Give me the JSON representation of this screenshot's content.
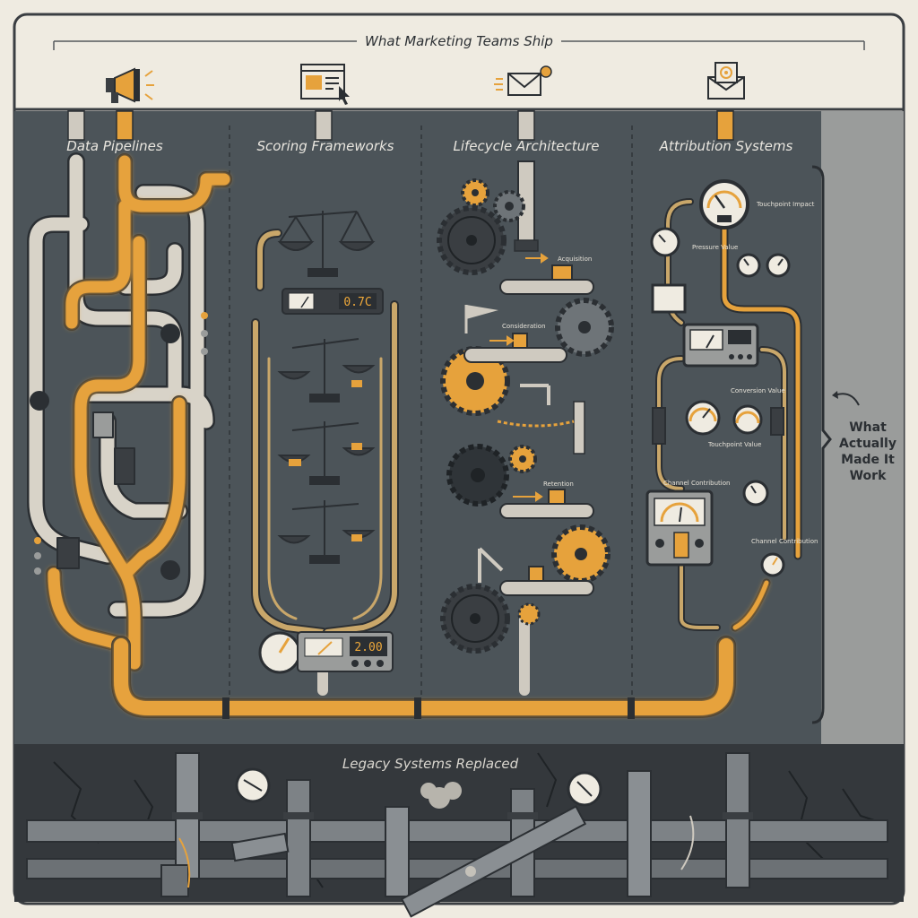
{
  "header": {
    "title": "What Marketing Teams Ship"
  },
  "header_icons": [
    "megaphone-icon",
    "webpage-cursor-icon",
    "notification-envelope-icon",
    "target-envelope-icon"
  ],
  "columns": [
    {
      "label": "Data Pipelines"
    },
    {
      "label": "Scoring Frameworks"
    },
    {
      "label": "Lifecycle Architecture"
    },
    {
      "label": "Attribution Systems"
    }
  ],
  "scoring": {
    "readout_top": "0.7C",
    "readout_bottom": "2.00"
  },
  "lifecycle": {
    "labels": {
      "acquisition": "Acquisition",
      "consideration": "Consideration",
      "retention": "Retention"
    }
  },
  "attribution": {
    "labels": {
      "touchpoint": "Touchpoint Impact",
      "pressure": "Pressure Value",
      "conversion": "Conversion Value",
      "touchpoint_value": "Touchpoint Value",
      "channel_contribution": "Channel Contribution",
      "channel_contribution_2": "Channel Contribution"
    }
  },
  "sidebar": {
    "line1": "What",
    "line2": "Actually",
    "line3": "Made It",
    "line4": "Work"
  },
  "legacy": {
    "label": "Legacy Systems Replaced"
  },
  "colors": {
    "panel": "#4c5459",
    "legacy": "#34383c",
    "amber": "#e6a23c",
    "cream": "#efebe1",
    "pipe": "#cfcac0"
  }
}
